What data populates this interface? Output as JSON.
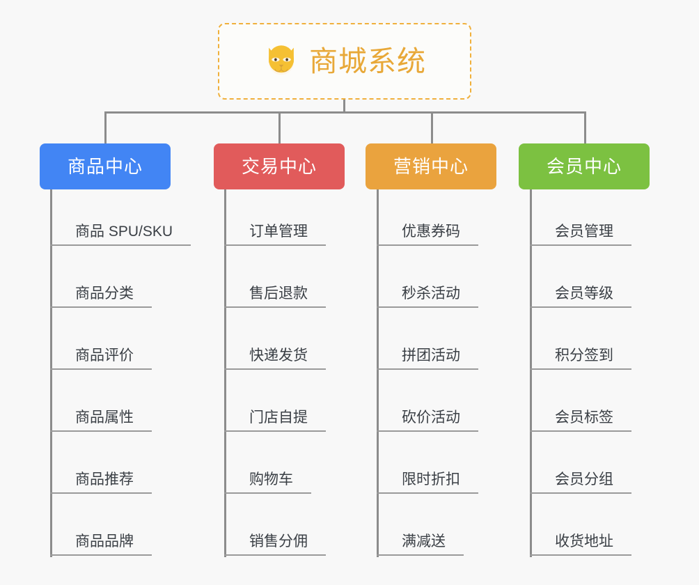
{
  "background_color": "#f8f8f8",
  "root": {
    "title": "商城系统",
    "icon": "shiba-dog-face-icon",
    "text_color": "#e8a838",
    "border_color": "#f0b03c",
    "fill_color": "#fcfcfa"
  },
  "connector_color": "#8c8c8c",
  "leaf_text_color": "#3a3f45",
  "leaf_rule_color": "#9a9a9a",
  "columns": [
    {
      "title": "商品中心",
      "color": "#4285f4",
      "items": [
        "商品 SPU/SKU",
        "商品分类",
        "商品评价",
        "商品属性",
        "商品推荐",
        "商品品牌"
      ]
    },
    {
      "title": "交易中心",
      "color": "#e15b5b",
      "items": [
        "订单管理",
        "售后退款",
        "快递发货",
        "门店自提",
        "购物车",
        "销售分佣"
      ]
    },
    {
      "title": "营销中心",
      "color": "#eaa33e",
      "items": [
        "优惠券码",
        "秒杀活动",
        "拼团活动",
        "砍价活动",
        "限时折扣",
        "满减送"
      ]
    },
    {
      "title": "会员中心",
      "color": "#7cc141",
      "items": [
        "会员管理",
        "会员等级",
        "积分签到",
        "会员标签",
        "会员分组",
        "收货地址"
      ]
    }
  ]
}
